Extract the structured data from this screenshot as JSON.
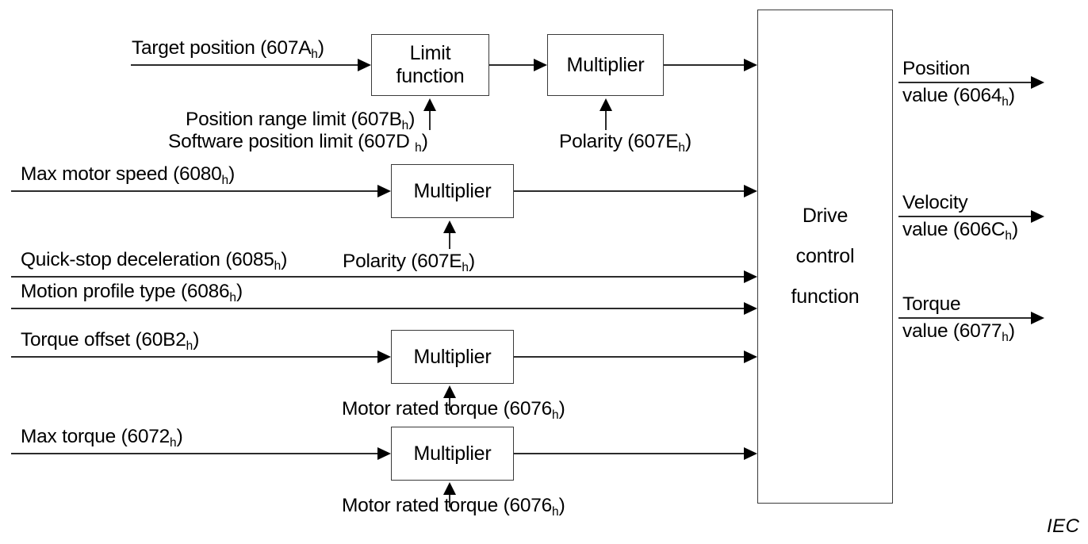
{
  "diagram": {
    "title": "Drive control function block diagram",
    "footer_note": "IEC",
    "blocks": {
      "limit_function": {
        "line1": "Limit",
        "line2": "function"
      },
      "multiplier": "Multiplier",
      "drive_control": {
        "line1": "Drive",
        "line2": "control",
        "line3": "function"
      }
    },
    "inputs": [
      {
        "name": "target-position",
        "text": "Target  position (607A",
        "sub": "h",
        "tail": ")"
      },
      {
        "name": "max-motor-speed",
        "text": "Max motor speed (6080",
        "sub": "h",
        "tail": ")"
      },
      {
        "name": "quick-stop-deceleration",
        "text": "Quick-stop deceleration (6085",
        "sub": "h",
        "tail": ")"
      },
      {
        "name": "motion-profile-type",
        "text": "Motion profile type (6086",
        "sub": "h",
        "tail": ")"
      },
      {
        "name": "torque-offset",
        "text": "Torque offset (60B2",
        "sub": "h",
        "tail": ")"
      },
      {
        "name": "max-torque",
        "text": "Max torque (6072",
        "sub": "h",
        "tail": ")"
      }
    ],
    "parameters": [
      {
        "name": "position-range-limit",
        "text": "Position range limit (607B",
        "sub": "h",
        "tail": ")"
      },
      {
        "name": "software-position-limit",
        "text": "Software position limit (607D ",
        "sub": "h",
        "tail": ")"
      },
      {
        "name": "polarity-position",
        "text": "Polarity (607E",
        "sub": "h",
        "tail": ")"
      },
      {
        "name": "polarity-velocity",
        "text": "Polarity (607E",
        "sub": "h",
        "tail": ")"
      },
      {
        "name": "motor-rated-torque-1",
        "text": "Motor rated torque (6076",
        "sub": "h",
        "tail": ")"
      },
      {
        "name": "motor-rated-torque-2",
        "text": "Motor rated torque (6076",
        "sub": "h",
        "tail": ")"
      }
    ],
    "outputs": [
      {
        "name": "position-value",
        "top": "Position",
        "bottom": "value (6064",
        "sub": "h",
        "tail": ")"
      },
      {
        "name": "velocity-value",
        "top": "Velocity",
        "bottom": "value (606C",
        "sub": "h",
        "tail": ")"
      },
      {
        "name": "torque-value",
        "top": "Torque",
        "bottom": "value (6077",
        "sub": "h",
        "tail": ")"
      }
    ]
  }
}
